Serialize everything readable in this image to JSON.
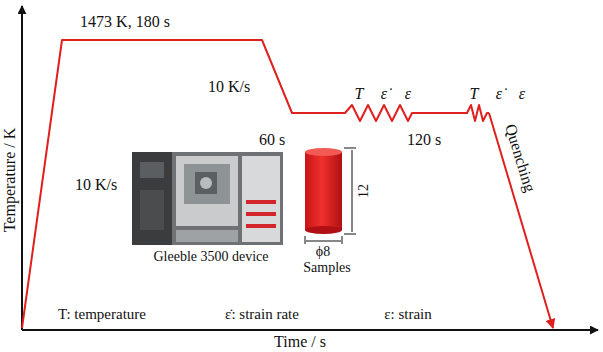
{
  "diagram": {
    "labels": [
      "1473 K, 180 s",
      "10 K/s",
      "60 s",
      "T",
      "ε̇",
      "ε",
      "120 s",
      "T",
      "ε̇",
      "ε",
      "Quenching",
      "Temperature / K",
      "10 K/s",
      "Gleeble 3500 device",
      "12",
      "ϕ8",
      "Samples",
      "T: temperature",
      "ε̇: strain rate",
      "ε: strain",
      "Time / s"
    ]
  }
}
